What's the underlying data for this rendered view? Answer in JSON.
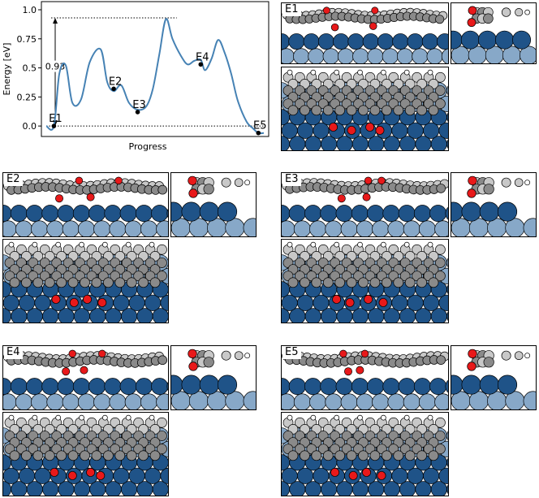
{
  "chart_data": {
    "type": "line",
    "title": "",
    "xlabel": "Progress",
    "ylabel": "Energy [eV]",
    "ylim": [
      -0.09,
      1.07
    ],
    "yticks": [
      0.0,
      0.25,
      0.5,
      0.75,
      1.0
    ],
    "ytick_labels": [
      "0.0",
      "0.25",
      "0.5",
      "0.75",
      "1.0"
    ],
    "xlim": [
      0,
      1
    ],
    "grid": false,
    "line_color": "#4682b4",
    "series": [
      {
        "x": [
          0.0,
          0.035,
          0.06,
          0.09,
          0.12,
          0.16,
          0.2,
          0.25,
          0.28,
          0.31,
          0.345,
          0.38,
          0.42,
          0.46,
          0.49,
          0.52,
          0.55,
          0.58,
          0.62,
          0.65,
          0.68,
          0.71,
          0.73,
          0.76,
          0.79,
          0.82,
          0.85,
          0.88,
          0.92,
          0.95,
          0.975,
          1.0
        ],
        "y": [
          0.0,
          0.0,
          0.45,
          0.52,
          0.2,
          0.23,
          0.55,
          0.66,
          0.38,
          0.3,
          0.35,
          0.2,
          0.14,
          0.17,
          0.32,
          0.62,
          0.92,
          0.75,
          0.6,
          0.53,
          0.56,
          0.57,
          0.48,
          0.58,
          0.74,
          0.63,
          0.45,
          0.22,
          0.04,
          -0.02,
          -0.06,
          -0.06
        ]
      }
    ],
    "states": [
      {
        "label": "E1",
        "x": 0.035,
        "y": 0.0
      },
      {
        "label": "E2",
        "x": 0.31,
        "y": 0.32
      },
      {
        "label": "E3",
        "x": 0.42,
        "y": 0.12
      },
      {
        "label": "E4",
        "x": 0.71,
        "y": 0.53
      },
      {
        "label": "E5",
        "x": 0.975,
        "y": -0.06
      }
    ],
    "barrier": {
      "label": "0.93",
      "from": 0.0,
      "to": 0.93,
      "ref_lines": [
        0.0,
        0.93
      ]
    }
  },
  "panels": {
    "E1": {
      "label": "E1"
    },
    "E2": {
      "label": "E2"
    },
    "E3": {
      "label": "E3"
    },
    "E4": {
      "label": "E4"
    },
    "E5": {
      "label": "E5"
    }
  },
  "colors": {
    "substrate_light": "#87a8c8",
    "substrate_dark": "#1f5388",
    "carbon_gray": "#8a8a8a",
    "carbon_light": "#c8c8c8",
    "oxygen_red": "#e8191a",
    "hydrogen_white": "#ffffff"
  }
}
